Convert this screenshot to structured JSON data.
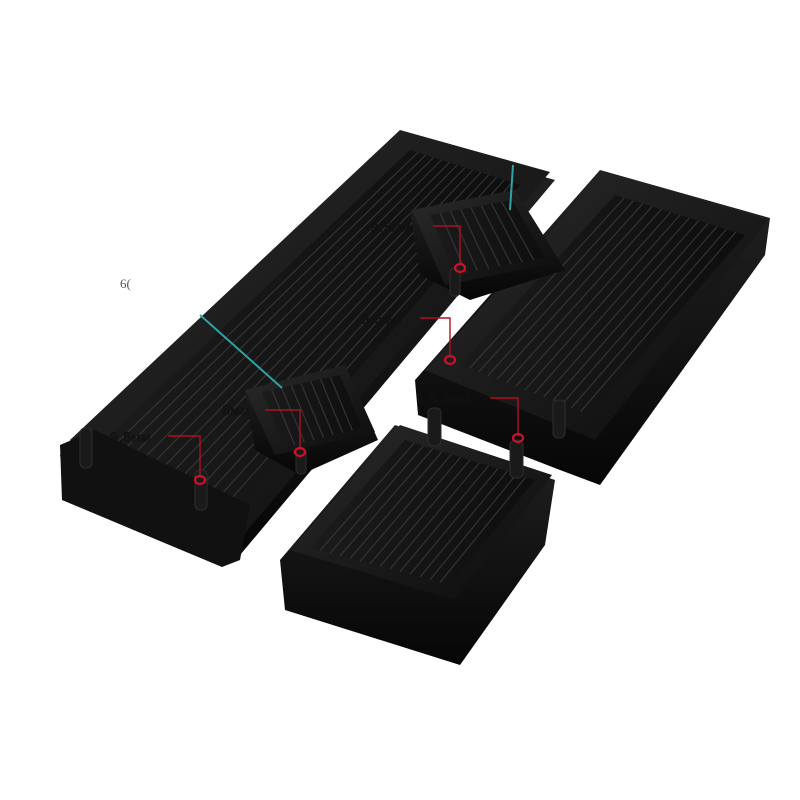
{
  "stray_text": "6(",
  "annotations": [
    {
      "value": "9.5",
      "unit": "MM"
    },
    {
      "value": "9.5",
      "unit": "MM"
    },
    {
      "value": "9.5",
      "unit": "MM"
    },
    {
      "value": "8",
      "unit": "MM"
    },
    {
      "value": "9.5",
      "unit": "MM"
    }
  ],
  "colors": {
    "background": "#ffffff",
    "radiator_body": "#141414",
    "fins": "#0a0a0a",
    "leader_line": "#b01020",
    "port_ring": "#d0102a",
    "measure_line": "#2fa3a3"
  }
}
